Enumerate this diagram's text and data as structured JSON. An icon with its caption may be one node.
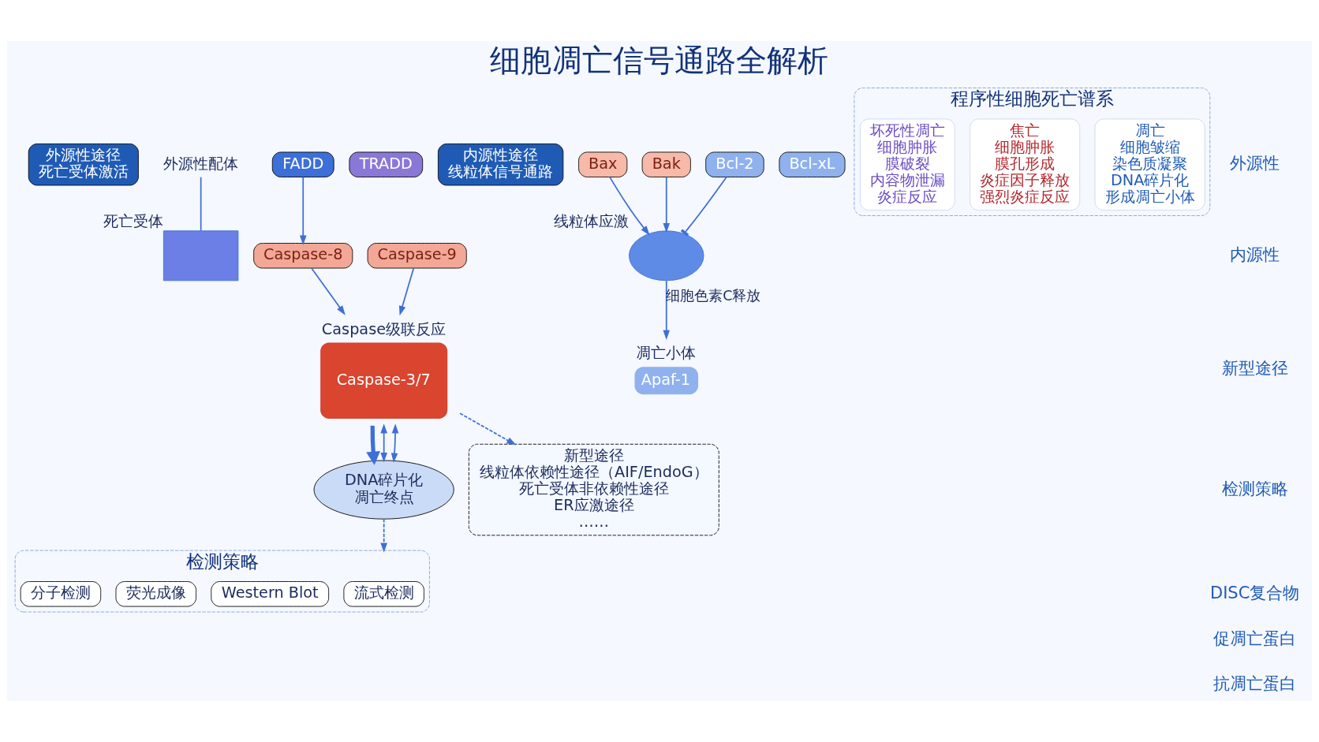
{
  "diagram": {
    "title": "细胞凋亡信号通路全解析",
    "nodes": [
      {
        "text": [
          "外源性途径",
          "死亡受体激活"
        ]
      },
      {
        "text": [
          "外源性配体"
        ]
      },
      {
        "text": [],
        "shape": "box",
        "beside": [
          "死亡受体"
        ]
      },
      {
        "text": [
          "FADD"
        ]
      },
      {
        "text": [
          "TRADD"
        ]
      },
      {
        "text": [
          "Caspase-8"
        ]
      },
      {
        "text": [
          "内源性途径",
          "线粒体信号通路"
        ]
      },
      {
        "text": [],
        "shape": "circle",
        "beside": [
          "线粒体应激"
        ]
      },
      {
        "text": [
          "Bax"
        ]
      },
      {
        "text": [
          "Bak"
        ]
      },
      {
        "text": [
          "Bcl-2"
        ]
      },
      {
        "text": [
          "Bcl-xL"
        ]
      },
      {
        "text": [
          "Apaf-1"
        ],
        "beside": [
          "凋亡小体"
        ]
      },
      {
        "text": [
          "Caspase-9"
        ]
      },
      {
        "text": [
          "Caspase-3/7"
        ],
        "beside": [
          "Caspase级联反应"
        ]
      },
      {
        "text": [
          "DNA碎片化",
          "凋亡终点"
        ]
      },
      {
        "text": [
          "新型途径",
          "线粒体依赖性途径（AIF/EndoG）",
          "死亡受体非依赖性途径",
          "ER应激途径",
          "……"
        ]
      },
      {
        "text": [
          "检测策略"
        ]
      },
      {
        "text": [
          "流式检测"
        ],
        "in": 17
      },
      {
        "text": [
          "Western Blot"
        ],
        "in": 17
      },
      {
        "text": [
          "荧光成像"
        ],
        "in": 17
      },
      {
        "text": [
          "分子检测"
        ],
        "in": 17
      },
      {
        "text": [
          "程序性细胞死亡谱系"
        ]
      },
      {
        "text": [
          "凋亡",
          "细胞皱缩",
          "染色质凝聚",
          "DNA碎片化",
          "形成凋亡小体"
        ],
        "in": 22
      },
      {
        "text": [
          "焦亡",
          "细胞肿胀",
          "膜孔形成",
          "炎症因子释放",
          "强烈炎症反应"
        ],
        "in": 22
      },
      {
        "text": [
          "坏死性凋亡",
          "细胞肿胀",
          "膜破裂",
          "内容物泄漏",
          "炎症反应"
        ],
        "in": 22
      }
    ],
    "edges": [
      {
        "from": 1,
        "to": 2,
        "arrow": "none"
      },
      {
        "from": 3,
        "to": 5,
        "arrow": "to"
      },
      {
        "from": 8,
        "to": 7,
        "arrow": "to"
      },
      {
        "from": 9,
        "to": 7,
        "arrow": "to"
      },
      {
        "from": 10,
        "to": 7,
        "arrow": "other"
      },
      {
        "from": 7,
        "to": 12,
        "arrow": "to",
        "label": "细胞色素C释放"
      },
      {
        "from": 5,
        "to": 14,
        "arrow": "to"
      },
      {
        "from": 13,
        "to": 14,
        "arrow": "to"
      },
      {
        "from": 14,
        "to": 15,
        "arrow": "to",
        "style": "thick"
      },
      {
        "from": 14,
        "to": 15,
        "arrow": "both"
      },
      {
        "from": 14,
        "to": 15,
        "arrow": "both"
      },
      {
        "from": 14,
        "to": 16,
        "arrow": "to",
        "style": "dashed"
      },
      {
        "from": 15,
        "to": 17,
        "arrow": "to",
        "style": "dashed"
      }
    ],
    "labels": [
      "外源性",
      "内源性",
      "新型途径",
      "检测策略",
      "DISC复合物",
      "促凋亡蛋白",
      "抗凋亡蛋白"
    ]
  }
}
